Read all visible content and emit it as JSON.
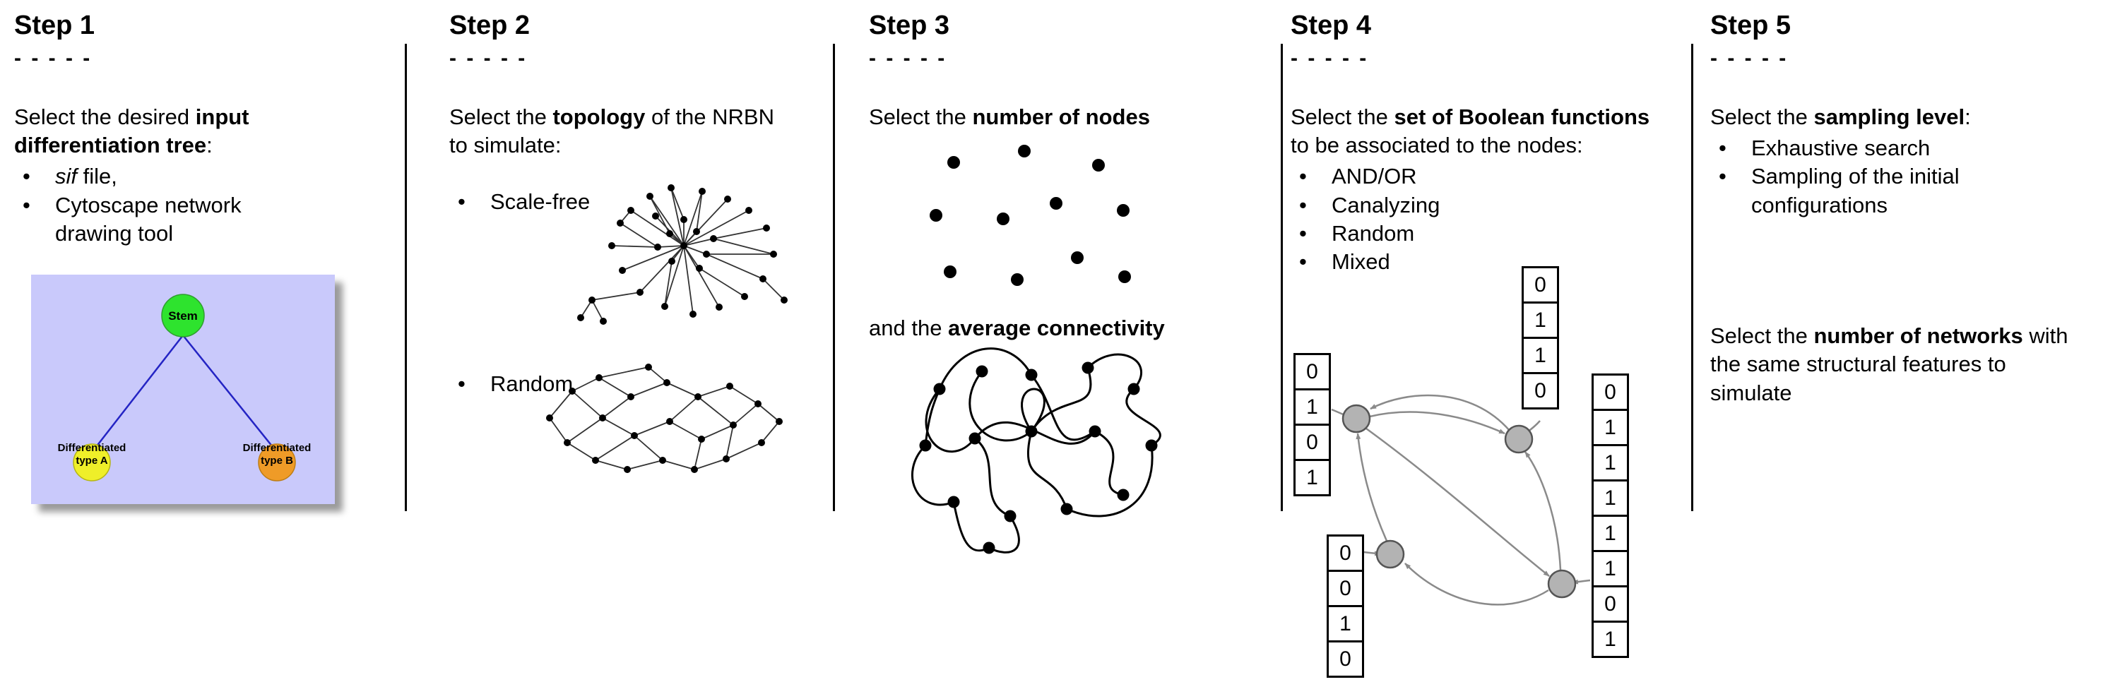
{
  "steps": [
    {
      "title": "Step 1",
      "dashes": "- - - - -",
      "intro": {
        "pre": "Select the desired ",
        "bold": "input differentiation tree",
        "post": ":"
      },
      "bullet_sif_italic": "sif",
      "bullet_sif_rest": " file,",
      "bullet_cytoscape": "Cytoscape network drawing tool",
      "tree": {
        "stem_label": "Stem",
        "left_label_line1": "Differentiated",
        "left_label_line2": "type A",
        "right_label_line1": "Differentiated",
        "right_label_line2": "type B",
        "colors": {
          "background": "#c9c9fb",
          "stem": "#2ee32e",
          "left": "#efef29",
          "right": "#ef9b27",
          "edge": "#2424c4"
        }
      }
    },
    {
      "title": "Step 2",
      "dashes": "- - - - -",
      "intro": {
        "pre": "Select the ",
        "bold": "topology",
        "post": " of the NRBN to simulate:"
      },
      "bullets": [
        "Scale-free",
        "Random"
      ]
    },
    {
      "title": "Step 3",
      "dashes": "- - - - -",
      "line1": {
        "pre": "Select the ",
        "bold": "number of nodes"
      },
      "line2": {
        "pre": "and the ",
        "bold": "average connectivity"
      }
    },
    {
      "title": "Step 4",
      "dashes": "- - - - -",
      "intro": {
        "pre": "Select the ",
        "bold": "set of Boolean functions",
        "post": " to be associated to the nodes:"
      },
      "bullets": [
        "AND/OR",
        "Canalyzing",
        "Random",
        "Mixed"
      ],
      "tables": {
        "left": [
          "0",
          "1",
          "0",
          "1"
        ],
        "top": [
          "0",
          "1",
          "1",
          "0"
        ],
        "bottom": [
          "0",
          "0",
          "1",
          "0"
        ],
        "right": [
          "0",
          "1",
          "1",
          "1",
          "1",
          "1",
          "0",
          "1"
        ]
      }
    },
    {
      "title": "Step 5",
      "dashes": "- - - - -",
      "intro": {
        "pre": "Select the ",
        "bold": "sampling level",
        "post": ":"
      },
      "bullets": [
        "Exhaustive search",
        "Sampling of the initial configurations"
      ],
      "second": {
        "pre": "Select the ",
        "bold": "number of networks",
        "post": " with the same structural features to simulate"
      }
    }
  ]
}
